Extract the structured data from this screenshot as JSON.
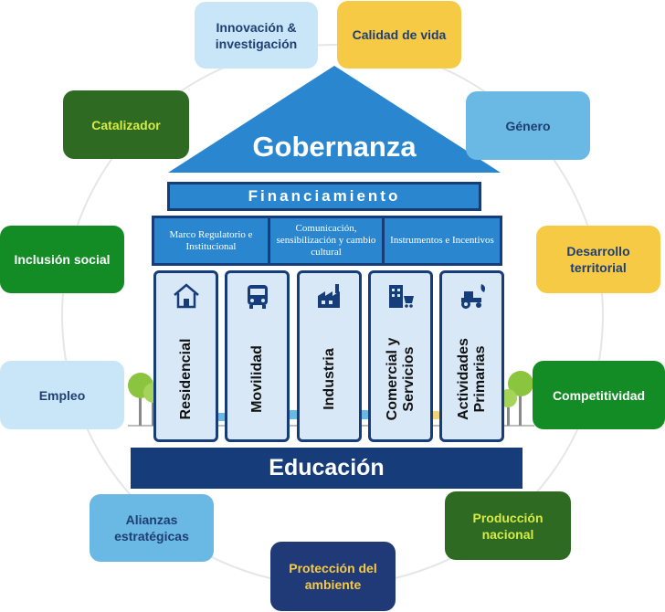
{
  "roof": {
    "title": "Gobernanza",
    "color": "#2a86cf"
  },
  "financiamiento": "Financiamiento",
  "submodules": [
    "Marco Regulatorio e Institucional",
    "Comunicación, sensibilización y cambio cultural",
    "Instrumentos e Incentivos"
  ],
  "pillars": [
    {
      "label": "Residencial",
      "icon": "house-icon"
    },
    {
      "label": "Movilidad",
      "icon": "bus-icon"
    },
    {
      "label": "Industria",
      "icon": "factory-icon"
    },
    {
      "label": "Comercial y\nServicios",
      "icon": "shop-icon"
    },
    {
      "label": "Actividades\nPrimarias",
      "icon": "tractor-icon"
    }
  ],
  "base": "Educación",
  "ring": [
    {
      "label": "Innovación & investigación",
      "style": "pale"
    },
    {
      "label": "Calidad de vida",
      "style": "yellow"
    },
    {
      "label": "Catalizador",
      "style": "dkgreen"
    },
    {
      "label": "Género",
      "style": "sky"
    },
    {
      "label": "Inclusión social",
      "style": "green"
    },
    {
      "label": "Desarrollo territorial",
      "style": "yellow"
    },
    {
      "label": "Empleo",
      "style": "pale"
    },
    {
      "label": "Competitividad",
      "style": "green"
    },
    {
      "label": "Alianzas estratégicas",
      "style": "sky"
    },
    {
      "label": "Producción nacional",
      "style": "dkgreen"
    },
    {
      "label": "Protección del ambiente",
      "style": "navy"
    }
  ]
}
